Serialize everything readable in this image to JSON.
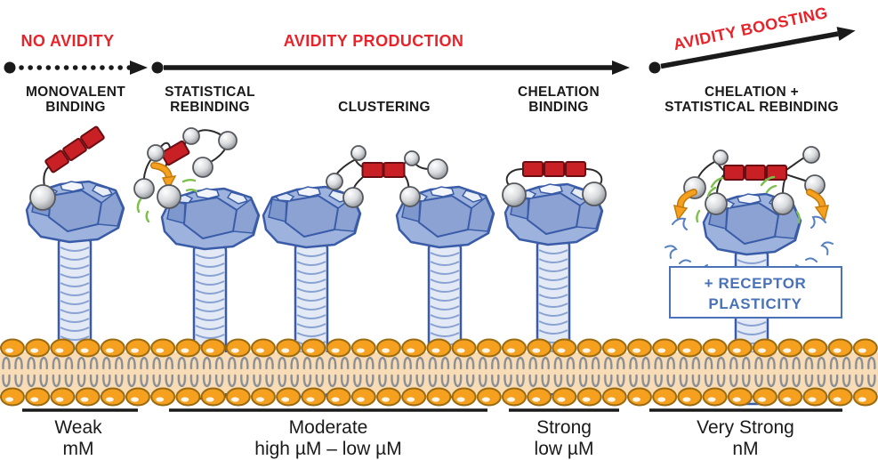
{
  "timeline": {
    "stages": [
      {
        "label": "NO AVIDITY",
        "style": "dotted-arrow"
      },
      {
        "label": "AVIDITY PRODUCTION",
        "style": "solid-arrow"
      },
      {
        "label": "AVIDITY BOOSTING",
        "style": "rising-arrow"
      }
    ]
  },
  "mechanisms": [
    {
      "lines": [
        "MONOVALENT",
        "BINDING"
      ]
    },
    {
      "lines": [
        "STATISTICAL",
        "REBINDING"
      ]
    },
    {
      "lines": [
        "CLUSTERING"
      ]
    },
    {
      "lines": [
        "CHELATION",
        "BINDING"
      ]
    },
    {
      "lines": [
        "CHELATION +",
        "STATISTICAL REBINDING"
      ]
    }
  ],
  "annotation_box": {
    "line1": "+ RECEPTOR",
    "line2": "PLASTICITY"
  },
  "affinity_scale": [
    {
      "strength": "Weak",
      "range": "mM"
    },
    {
      "strength": "Moderate",
      "range": "high µM – low µM"
    },
    {
      "strength": "Strong",
      "range": "low µM"
    },
    {
      "strength": "Very Strong",
      "range": "nM"
    }
  ],
  "colors": {
    "accent_red": "#E8232A",
    "receptor_blue": "#9DB3DD",
    "receptor_outline": "#3A5CA8",
    "membrane_orange": "#F5A01E",
    "ligand_red": "#C92026",
    "plasticity_blue": "#4A72B8",
    "rebinding_arrow_orange": "#F5A01E",
    "motion_green": "#7CBF4B"
  }
}
